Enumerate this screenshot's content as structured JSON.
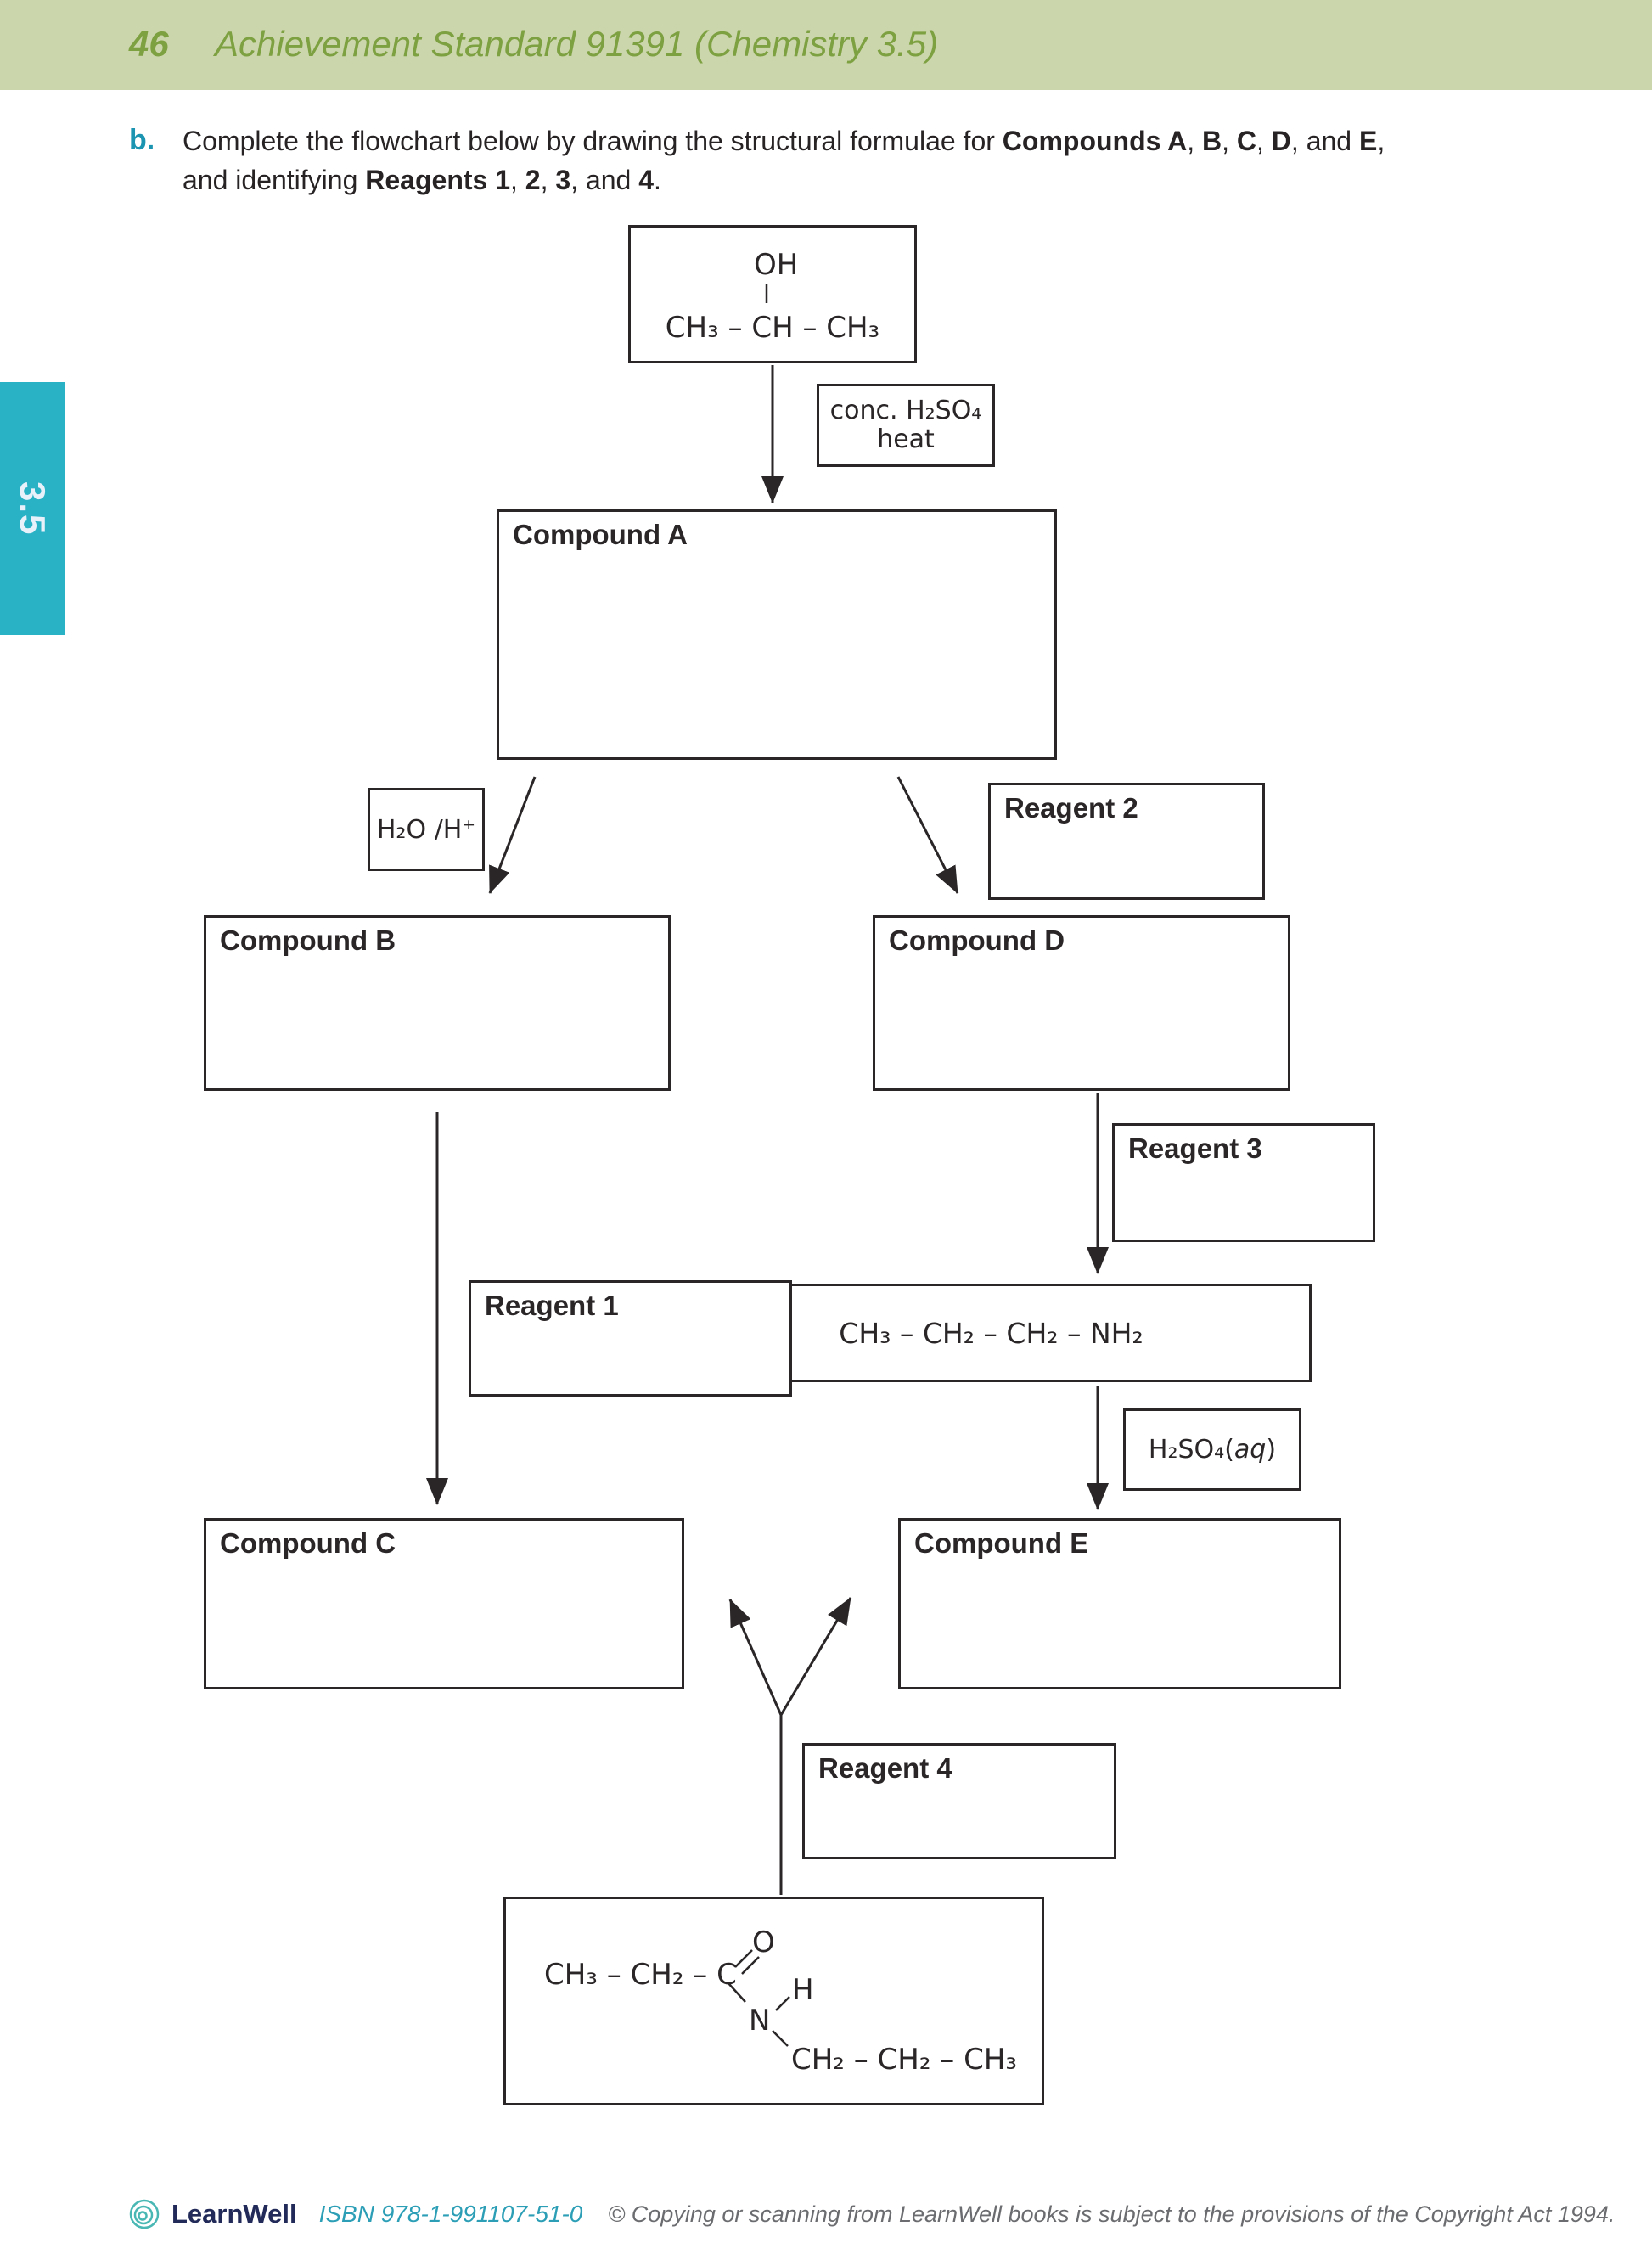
{
  "page": {
    "number": "46",
    "header_title": "Achievement Standard 91391 (Chemistry 3.5)",
    "section_tab": "3.5"
  },
  "question": {
    "label": "b.",
    "line1": [
      {
        "t": "Complete the flowchart below by drawing the structural formulae for ",
        "b": false
      },
      {
        "t": "Compounds A",
        "b": true
      },
      {
        "t": ", ",
        "b": false
      },
      {
        "t": "B",
        "b": true
      },
      {
        "t": ", ",
        "b": false
      },
      {
        "t": "C",
        "b": true
      },
      {
        "t": ", ",
        "b": false
      },
      {
        "t": "D",
        "b": true
      },
      {
        "t": ", and ",
        "b": false
      },
      {
        "t": "E",
        "b": true
      },
      {
        "t": ",",
        "b": false
      }
    ],
    "line2": [
      {
        "t": "and identifying ",
        "b": false
      },
      {
        "t": "Reagents 1",
        "b": true
      },
      {
        "t": ", ",
        "b": false
      },
      {
        "t": "2",
        "b": true
      },
      {
        "t": ", ",
        "b": false
      },
      {
        "t": "3",
        "b": true
      },
      {
        "t": ", and ",
        "b": false
      },
      {
        "t": "4",
        "b": true
      },
      {
        "t": ".",
        "b": false
      }
    ]
  },
  "flowchart": {
    "start_formula": {
      "oh": "OH",
      "chain": "CH₃ – CH – CH₃"
    },
    "reagent_conc": {
      "line1": "conc. H₂SO₄",
      "line2": "heat"
    },
    "compound_a": "Compound A",
    "hydration": "H₂O /H⁺",
    "reagent2": "Reagent 2",
    "compound_b": "Compound B",
    "compound_d": "Compound D",
    "reagent3": "Reagent 3",
    "amine_formula": "CH₃ – CH₂ – CH₂ – NH₂",
    "reagent1": "Reagent 1",
    "h2so4": {
      "pre": "H₂SO₄(",
      "italic": "aq",
      "post": ")"
    },
    "compound_c": "Compound C",
    "compound_e": "Compound E",
    "reagent4": "Reagent 4",
    "amide": {
      "left_chain": "CH₃ – CH₂ – C",
      "o": "O",
      "h": "H",
      "n": "N",
      "right_chain": "CH₂ – CH₂ – CH₃"
    }
  },
  "footer": {
    "brand": "LearnWell",
    "isbn": "ISBN 978-1-991107-51-0",
    "copyright": "© Copying or scanning from LearnWell books is subject to the provisions of the Copyright Act 1994."
  },
  "colors": {
    "header_band": "#ccd6ac",
    "header_text": "#7da041",
    "accent_teal": "#1a94b0",
    "tab_teal": "#29b1c6",
    "tab_text": "#e8f1fa",
    "ink": "#2a2627",
    "text": "#272324",
    "footer_navy": "#212a58",
    "footer_teal": "#2c9fb6",
    "footer_gray": "#6b6c6f",
    "paper": "#ffffff"
  }
}
